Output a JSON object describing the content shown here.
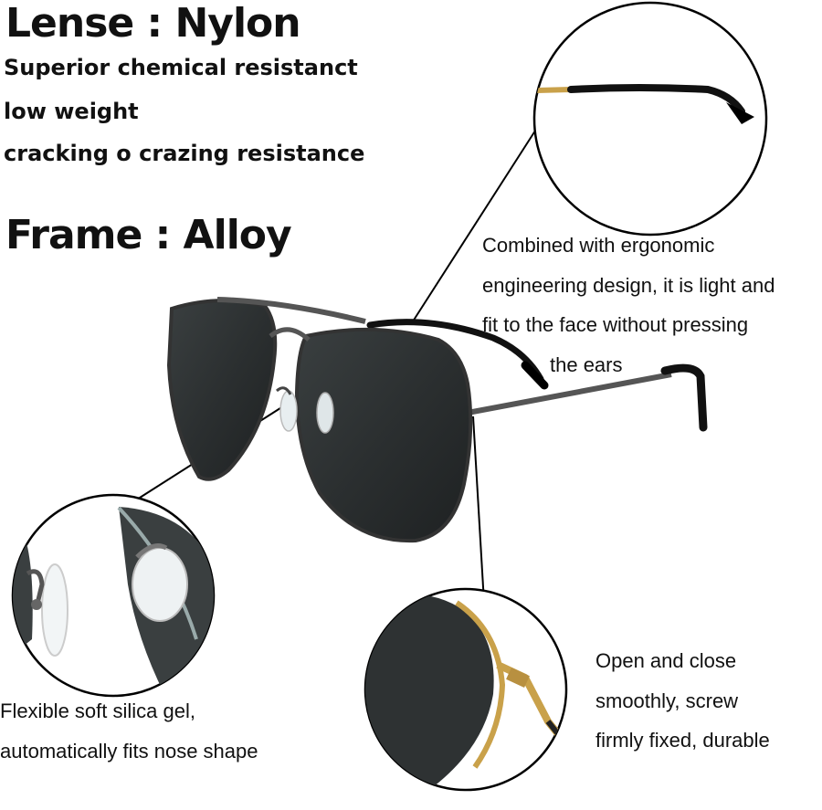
{
  "lens": {
    "heading": "Lense : Nylon",
    "features": [
      "Superior chemical resistanct",
      "low weight",
      "cracking o crazing resistance"
    ]
  },
  "frame": {
    "heading": "Frame : Alloy"
  },
  "callouts": {
    "temple": [
      "Combined with ergonomic",
      "engineering design, it is light and",
      "fit to the face without pressing",
      "the ears"
    ],
    "nose_pad": [
      "Flexible soft silica gel,",
      "automatically fits nose shape"
    ],
    "hinge": [
      "Open and close",
      "smoothly, screw",
      "firmly fixed, durable"
    ]
  },
  "colors": {
    "lens": "#2b2f30",
    "frame": "#444444",
    "gold": "#c9a14a",
    "text": "#111111"
  }
}
